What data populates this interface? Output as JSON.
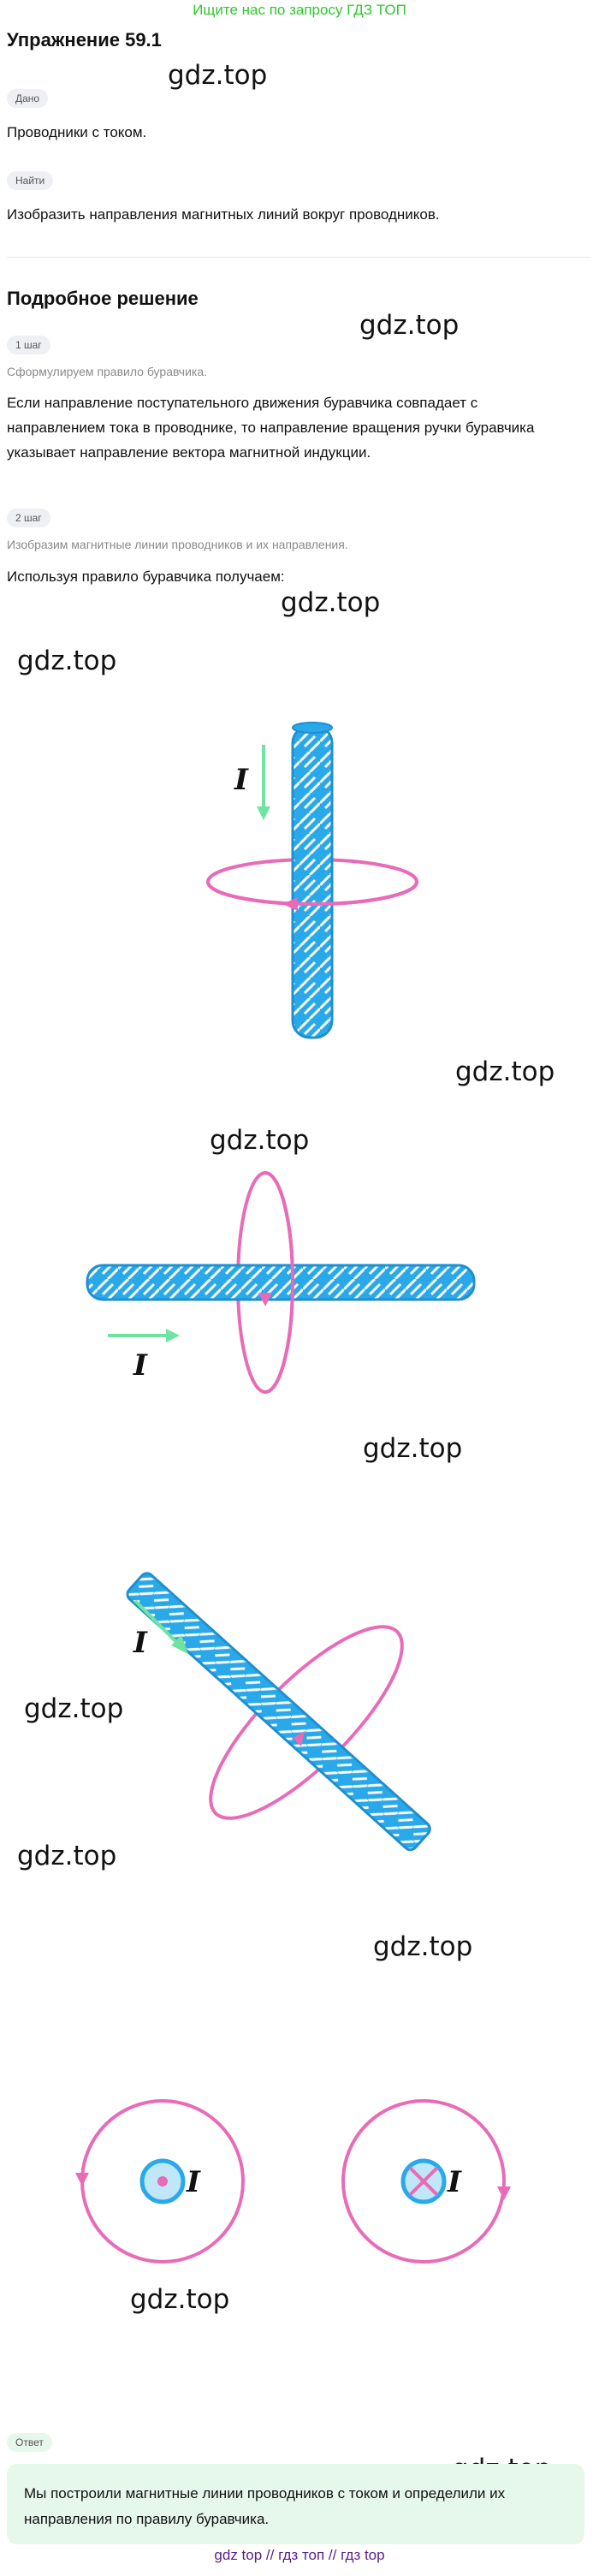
{
  "banner": "Ищите нас по запросу ГДЗ ТОП",
  "title": "Упражнение 59.1",
  "given": {
    "label": "Дано",
    "text": "Проводники с током."
  },
  "find": {
    "label": "Найти",
    "text": "Изобразить направления магнитных линий вокруг проводников."
  },
  "solution": {
    "title": "Подробное решение",
    "step1": {
      "label": "1 шаг",
      "hint": "Сформулируем правило буравчика.",
      "lines": [
        "Если направление поступательного движения буравчика совпадает с",
        "направлением тока в проводнике, то направление вращения ручки буравчика",
        "указывает направление вектора магнитной индукции."
      ]
    },
    "step2": {
      "label": "2 шаг",
      "hint": "Изобразим магнитные линии проводников и их направления.",
      "text": "Используя правило буравчика получаем:"
    }
  },
  "figure": {
    "current_label": "I",
    "colors": {
      "conductor": "#29a9ea",
      "field": "#e96bb8",
      "current": "#6fe3a0"
    }
  },
  "answer": {
    "label": "Ответ",
    "lines": [
      "Мы построили магнитные линии проводников с током и определили их",
      "направления по правилу буравчика."
    ]
  },
  "watermark": "gdz.top",
  "footer": "gdz top  //  гдз топ  //  гдз top"
}
